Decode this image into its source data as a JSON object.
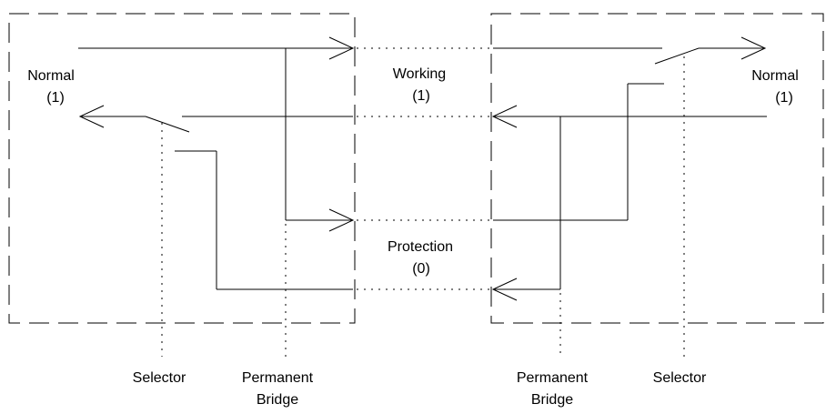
{
  "labels": {
    "left_normal": "Normal",
    "left_normal_num": "(1)",
    "right_normal": "Normal",
    "right_normal_num": "(1)",
    "working": "Working",
    "working_num": "(1)",
    "protection": "Protection",
    "protection_num": "(0)",
    "left_selector": "Selector",
    "left_bridge_line1": "Permanent",
    "left_bridge_line2": "Bridge",
    "right_bridge_line1": "Permanent",
    "right_bridge_line2": "Bridge",
    "right_selector": "Selector"
  }
}
